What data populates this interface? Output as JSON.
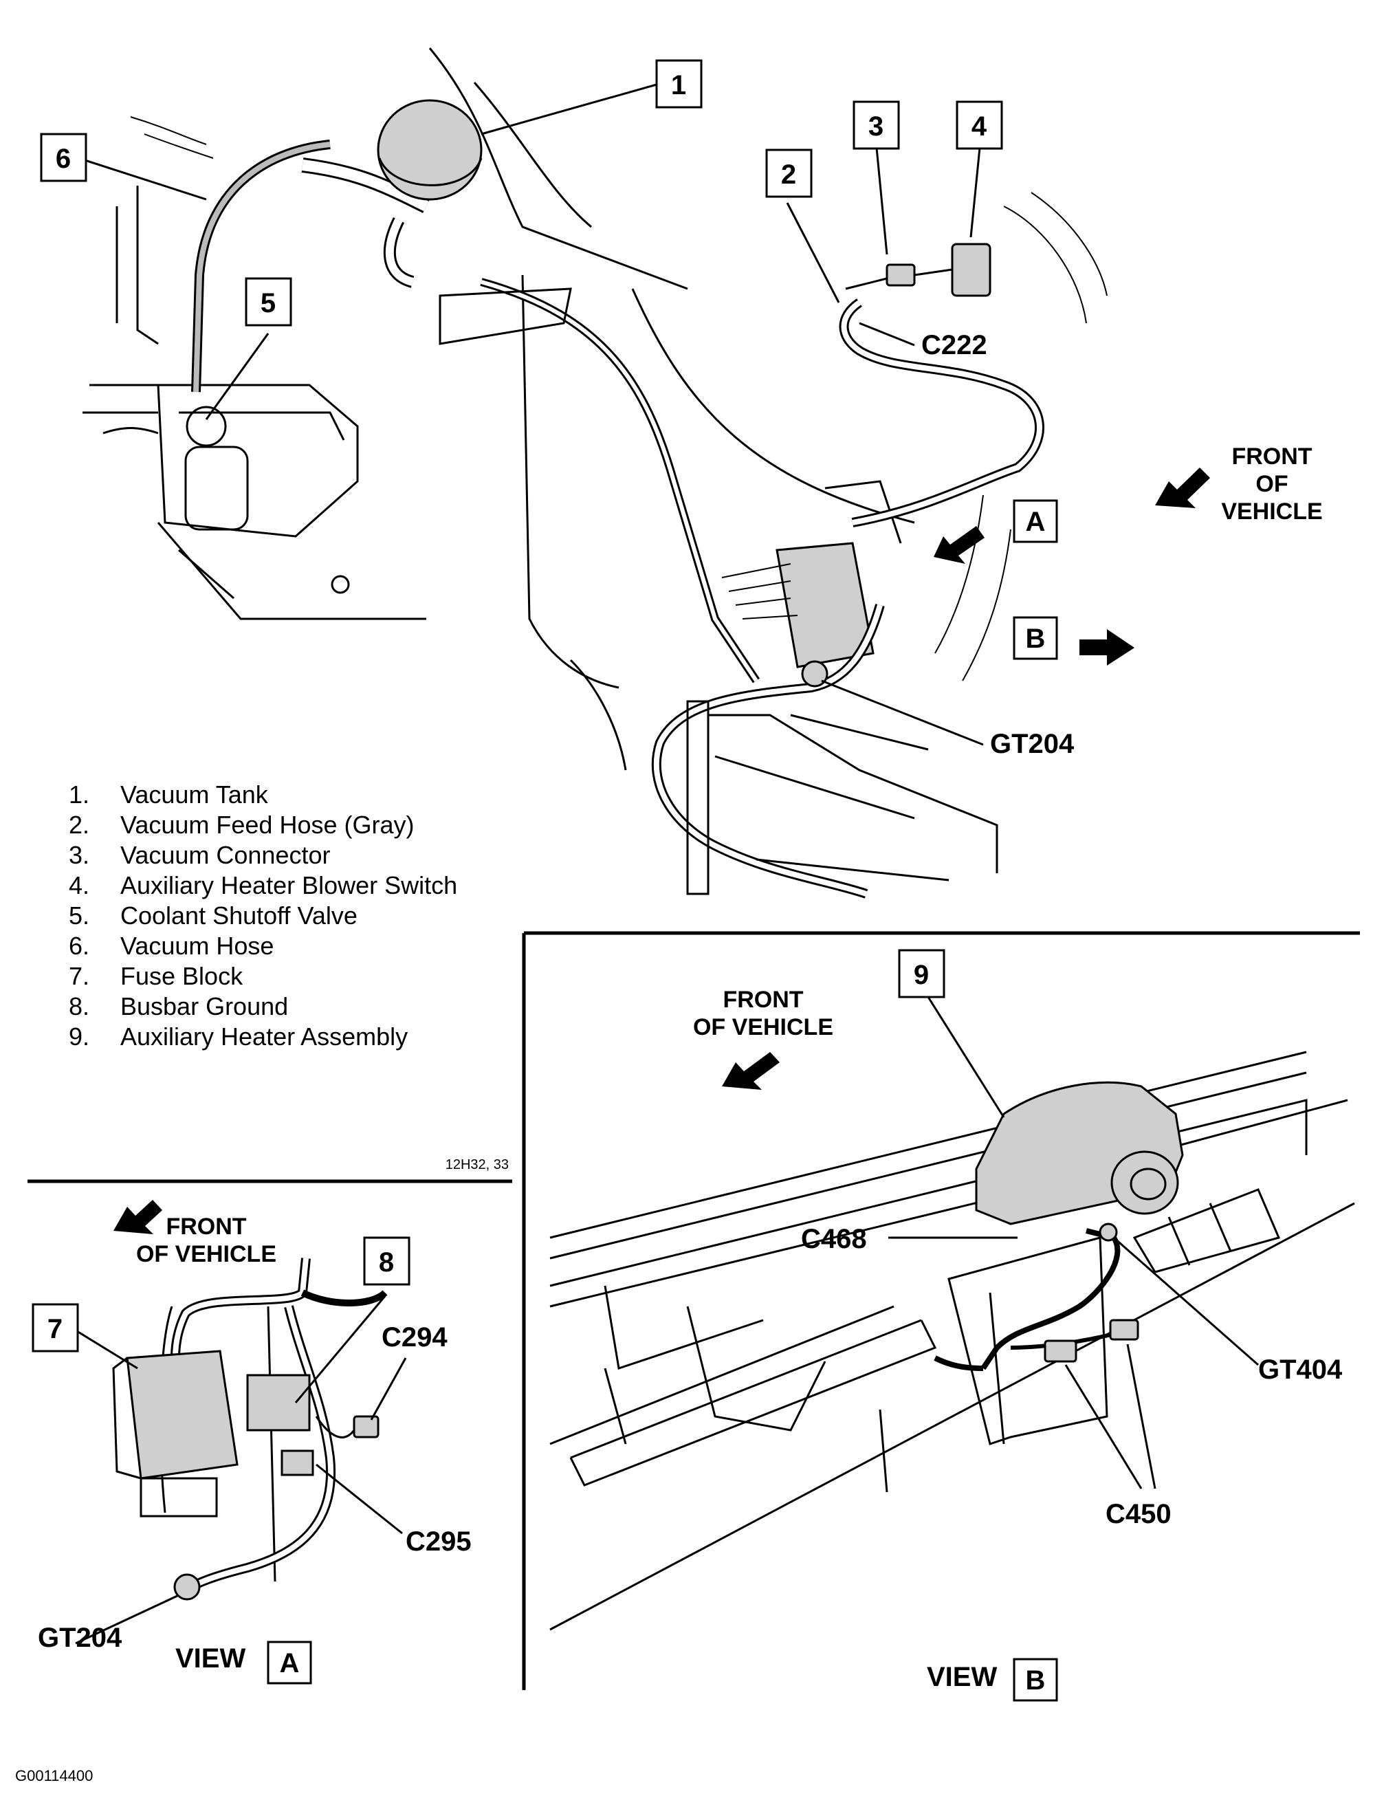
{
  "callouts": {
    "c1": "1",
    "c2": "2",
    "c3": "3",
    "c4": "4",
    "c5": "5",
    "c6": "6",
    "c7": "7",
    "c8": "8",
    "c9": "9"
  },
  "connectors": {
    "c222": "C222",
    "gt204_main": "GT204",
    "c468": "C468",
    "gt404": "GT404",
    "c450": "C450",
    "c294": "C294",
    "c295": "C295",
    "gt204_view_a": "GT204"
  },
  "front_labels": {
    "main": [
      "FRONT",
      "OF",
      "VEHICLE"
    ],
    "view_b": [
      "FRONT",
      "OF VEHICLE"
    ],
    "view_a": [
      "FRONT",
      "OF VEHICLE"
    ]
  },
  "view_markers": {
    "a_main": "A",
    "b_main": "B",
    "view_a_word": "VIEW",
    "view_a_letter": "A",
    "view_b_word": "VIEW",
    "view_b_letter": "B"
  },
  "legend": [
    {
      "num": "1.",
      "text": "Vacuum Tank"
    },
    {
      "num": "2.",
      "text": "Vacuum Feed Hose (Gray)"
    },
    {
      "num": "3.",
      "text": "Vacuum Connector"
    },
    {
      "num": "4.",
      "text": "Auxiliary Heater Blower Switch"
    },
    {
      "num": "5.",
      "text": "Coolant Shutoff Valve"
    },
    {
      "num": "6.",
      "text": "Vacuum Hose"
    },
    {
      "num": "7.",
      "text": "Fuse Block"
    },
    {
      "num": "8.",
      "text": "Busbar Ground"
    },
    {
      "num": "9.",
      "text": "Auxiliary Heater Assembly"
    }
  ],
  "figure_ref": "12H32, 33",
  "image_id": "G00114400"
}
